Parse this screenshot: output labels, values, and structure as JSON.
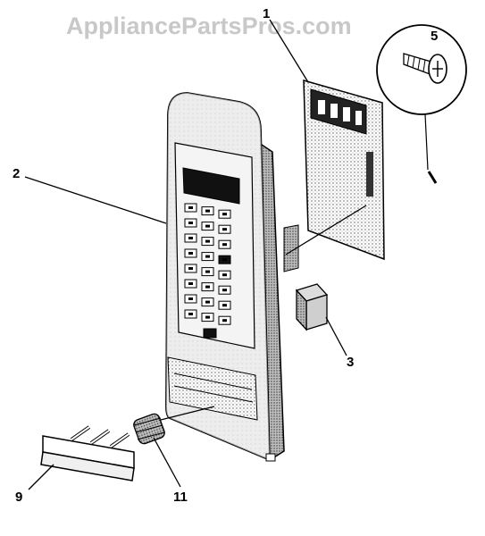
{
  "watermark": {
    "text": "AppliancePartsPros.com"
  },
  "callouts": [
    {
      "id": "1",
      "label": "1"
    },
    {
      "id": "2",
      "label": "2"
    },
    {
      "id": "3",
      "label": "3"
    },
    {
      "id": "5",
      "label": "5"
    },
    {
      "id": "9",
      "label": "9"
    },
    {
      "id": "11",
      "label": "11"
    }
  ],
  "colors": {
    "ink": "#000000",
    "panel_face": "#e6e6e6",
    "panel_edge": "#9a9a9a",
    "watermark": "#c8c8c8"
  }
}
